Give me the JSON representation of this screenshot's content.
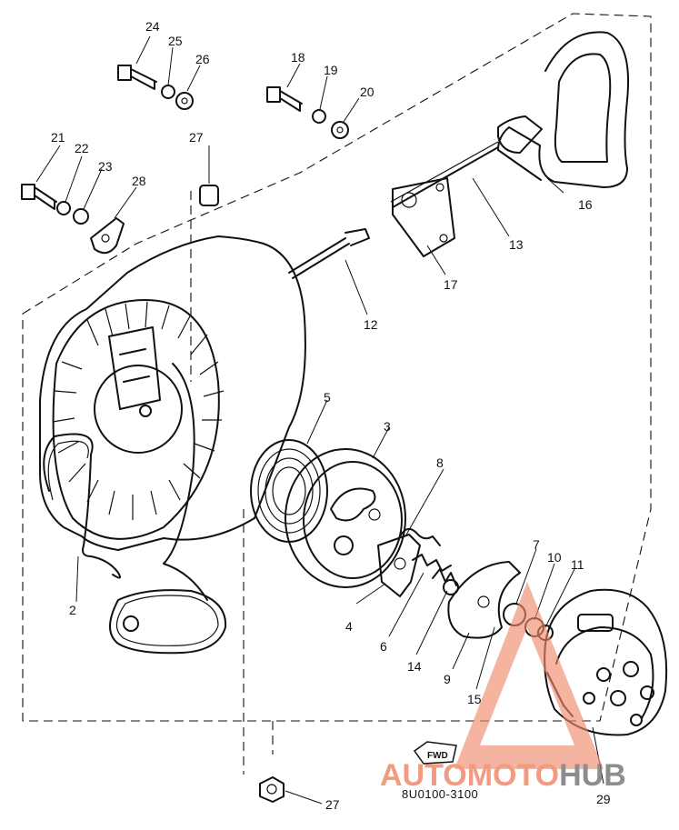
{
  "parts": {
    "p2": "2",
    "p3": "3",
    "p4": "4",
    "p5": "5",
    "p6": "6",
    "p7": "7",
    "p8": "8",
    "p9": "9",
    "p10": "10",
    "p11": "11",
    "p12": "12",
    "p13": "13",
    "p14": "14",
    "p15": "15",
    "p16": "16",
    "p17": "17",
    "p18": "18",
    "p19": "19",
    "p20": "20",
    "p21": "21",
    "p22": "22",
    "p23": "23",
    "p24": "24",
    "p25": "25",
    "p26": "26",
    "p27a": "27",
    "p27b": "27",
    "p28": "28",
    "p29": "29"
  },
  "diagram_code": "8U0100-3100",
  "fwd_tag": "FWD",
  "watermark": {
    "part1": "AUTO",
    "part2": "MOTO",
    "part3": "HUB",
    "color_primary": "#f08a6a",
    "color_secondary": "#7a7a7a"
  }
}
